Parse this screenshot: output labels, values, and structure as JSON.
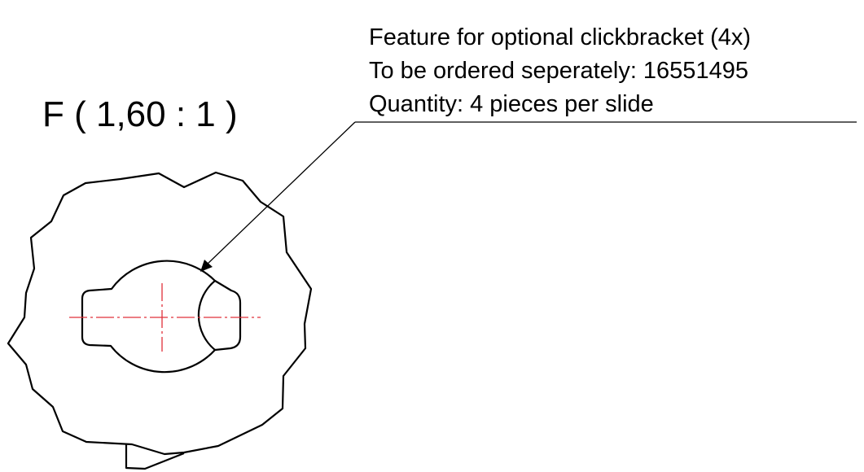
{
  "view": {
    "label": "F ( 1,60 : 1 )"
  },
  "note": {
    "lines": [
      "Feature for optional clickbracket (4x)",
      "To be ordered seperately: 16551495",
      "Quantity: 4 pieces per slide"
    ]
  },
  "colors": {
    "outline": "#000000",
    "centerline": "#e0303a",
    "background": "#ffffff"
  }
}
